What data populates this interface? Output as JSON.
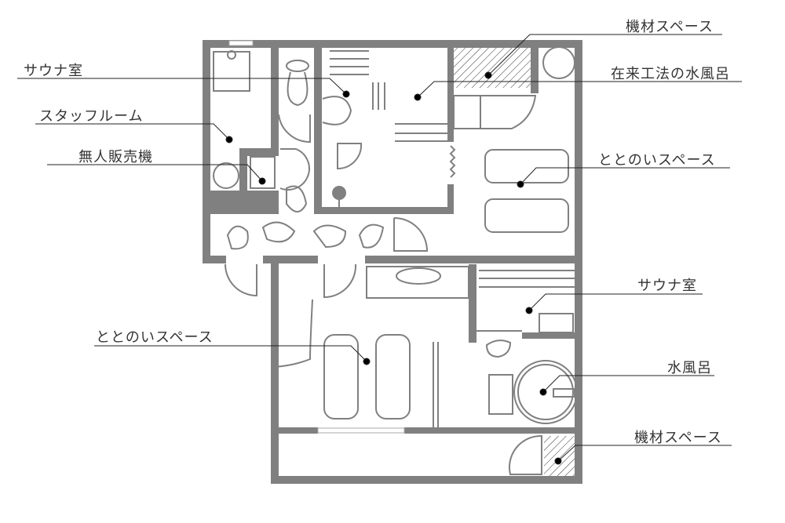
{
  "wall_color": "#808080",
  "labels_left": [
    {
      "id": "sauna-room-1",
      "text": "サウナ室"
    },
    {
      "id": "staff-room",
      "text": "スタッフルーム"
    },
    {
      "id": "vending-machine",
      "text": "無人販売機"
    },
    {
      "id": "relax-space-2",
      "text": "ととのいスペース"
    }
  ],
  "labels_right": [
    {
      "id": "equipment-space-1",
      "text": "機材スペース"
    },
    {
      "id": "traditional-cold-bath",
      "text": "在来工法の水風呂"
    },
    {
      "id": "relax-space-1",
      "text": "ととのいスペース"
    },
    {
      "id": "sauna-room-2",
      "text": "サウナ室"
    },
    {
      "id": "cold-bath",
      "text": "水風呂"
    },
    {
      "id": "equipment-space-2",
      "text": "機材スペース"
    }
  ]
}
